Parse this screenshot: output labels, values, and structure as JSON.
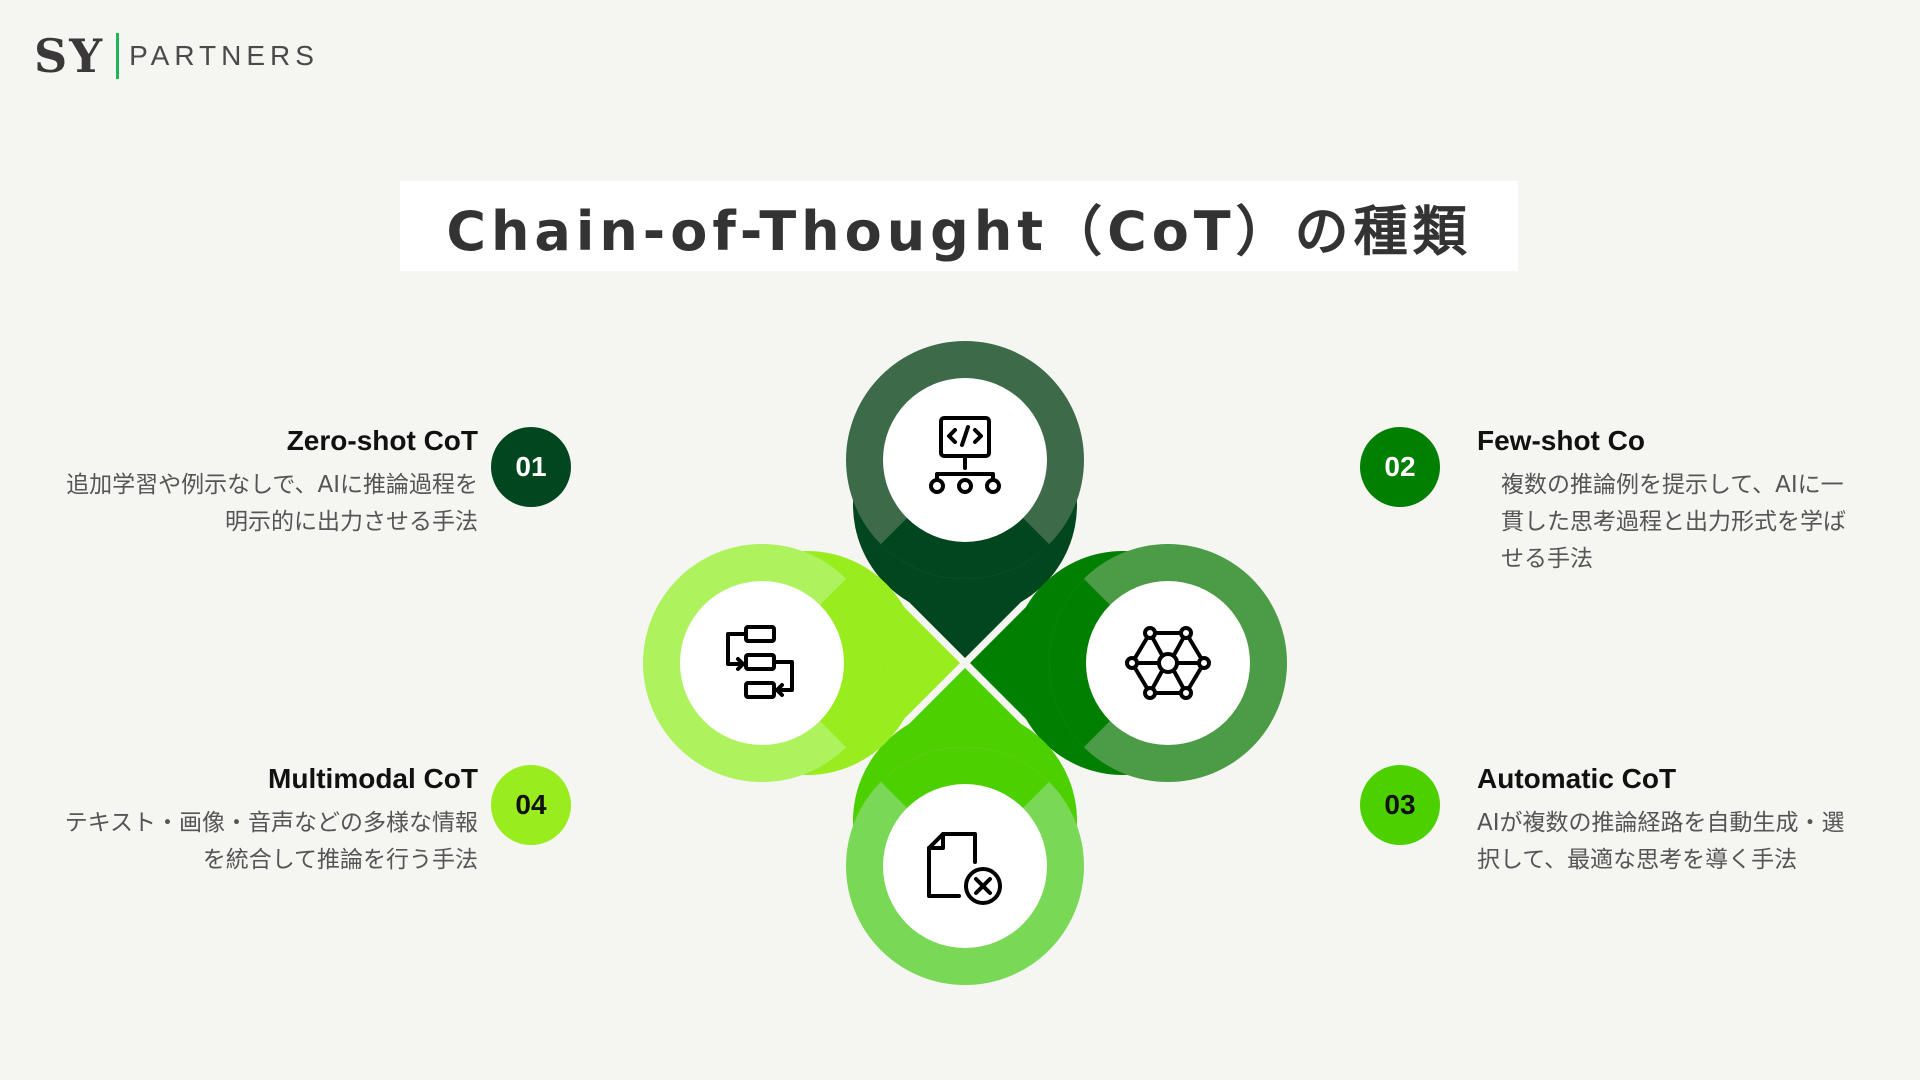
{
  "logo": {
    "mark": "SY",
    "name": "PARTNERS"
  },
  "title": "Chain-of-Thought（CoT）の種類",
  "items": [
    {
      "number": "01",
      "title": "Zero-shot CoT",
      "desc": "追加学習や例示なしで、AIに推論過程を明示的に出力させる手法",
      "icon": "code-hierarchy-icon",
      "color": "#00461e",
      "ring": "#3d6b4a"
    },
    {
      "number": "02",
      "title": "Few-shot Co",
      "desc": "複数の推論例を提示して、AIに一貫した思考過程と出力形式を学ばせる手法",
      "icon": "network-icon",
      "color": "#007f00",
      "ring": "#4c9c47"
    },
    {
      "number": "03",
      "title": "Automatic CoT",
      "desc": "AIが複数の推論経路を自動生成・選択して、最適な思考を導く手法",
      "icon": "file-remove-icon",
      "color": "#4dd000",
      "ring": "#79d957"
    },
    {
      "number": "04",
      "title": "Multimodal CoT",
      "desc": "テキスト・画像・音声などの多様な情報を統合して推論を行う手法",
      "icon": "flowchart-icon",
      "color": "#99ec1e",
      "ring": "#aef25e"
    }
  ]
}
